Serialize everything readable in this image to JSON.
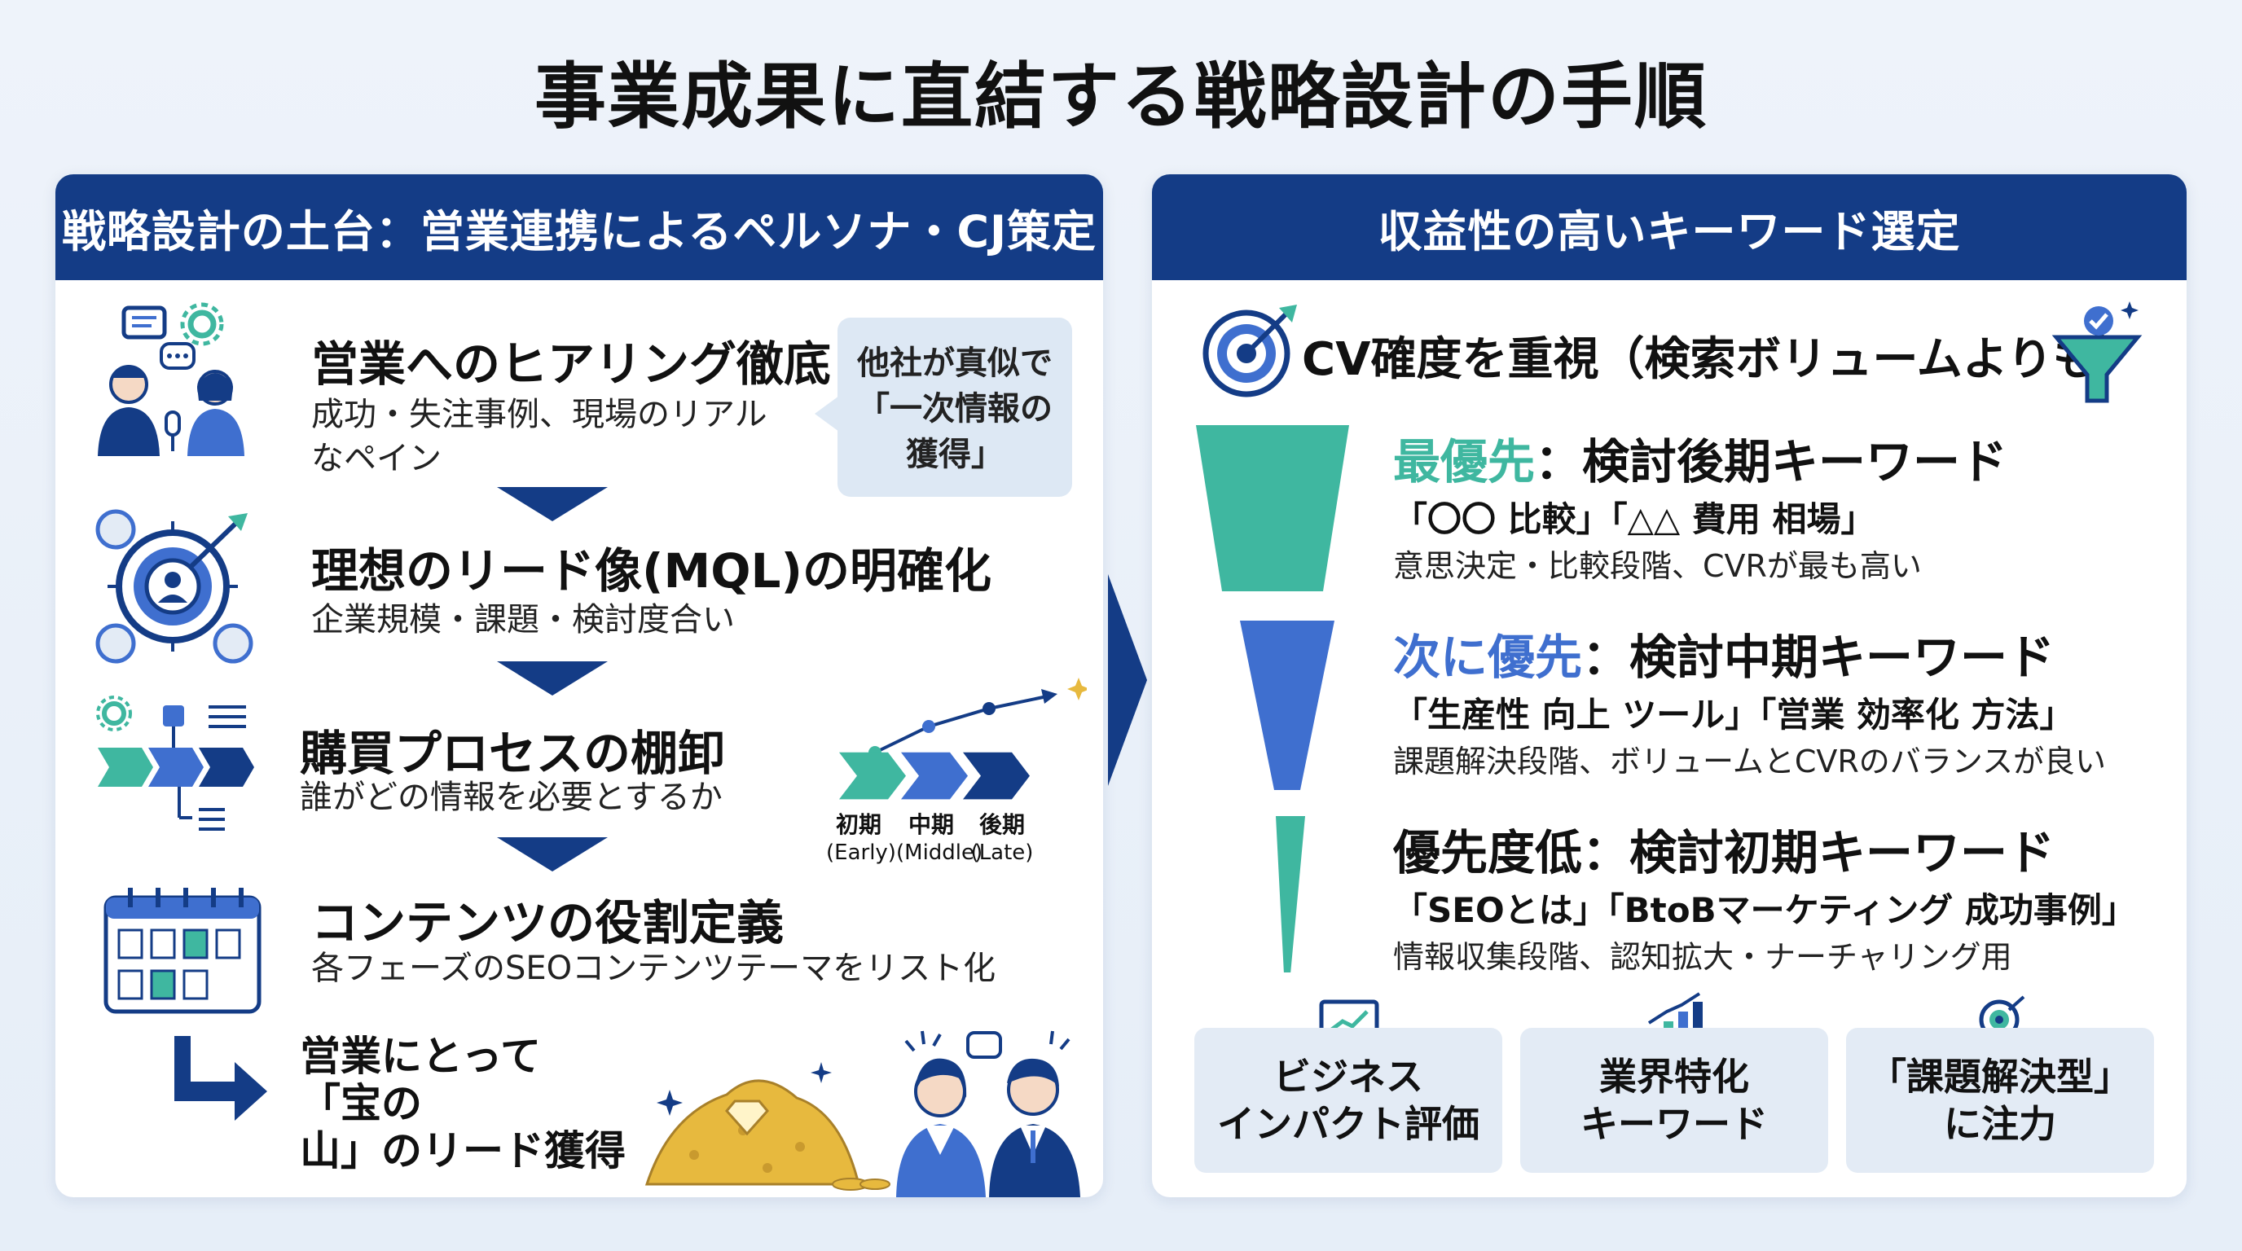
{
  "title": "事業成果に直結する戦略設計の手順",
  "left": {
    "header": "戦略設計の土台：営業連携によるペルソナ・CJ策定",
    "steps": [
      {
        "title": "営業へのヒアリング徹底",
        "sub1": "成功・失注事例、現場のリアル",
        "sub2": "なペイン"
      },
      {
        "title": "理想のリード像(MQL)の明確化",
        "sub1": "企業規模・課題・検討度合い"
      },
      {
        "title": "購買プロセスの棚卸",
        "sub1": "誰がどの情報を必要とするか"
      },
      {
        "title": "コンテンツの役割定義",
        "sub1": "各フェーズのSEOコンテンツテーマをリスト化"
      }
    ],
    "bubble": {
      "line1": "他社が真似で",
      "line2": "「一次情報の",
      "line3": "獲得」"
    },
    "phases": [
      {
        "jp": "初期",
        "en": "(Early)"
      },
      {
        "jp": "中期",
        "en": "(Middle)"
      },
      {
        "jp": "後期",
        "en": "(Late)"
      }
    ],
    "result": {
      "line1": "営業にとって",
      "line2": "「宝の",
      "line3": "山」のリード獲得"
    }
  },
  "right": {
    "header": "収益性の高いキーワード選定",
    "focus": "CV確度を重視（検索ボリュームよりも）",
    "priorities": [
      {
        "label": "最優先",
        "title": "：検討後期キーワード",
        "keywords": "「〇〇 比較」「△△ 費用 相場」",
        "desc": "意思決定・比較段階、CVRが最も高い"
      },
      {
        "label": "次に優先",
        "title": "：検討中期キーワード",
        "keywords": "「生産性 向上 ツール」「営業 効率化 方法」",
        "desc": "課題解決段階、ボリュームとCVRのバランスが良い"
      },
      {
        "label": "優先度低",
        "title": "：検討初期キーワード",
        "keywords": "「SEOとは」「BtoBマーケティング 成功事例」",
        "desc": "情報収集段階、認知拡大・ナーチャリング用"
      }
    ],
    "cards": [
      {
        "line1": "ビジネス",
        "line2": "インパクト評価"
      },
      {
        "line1": "業界特化",
        "line2": "キーワード"
      },
      {
        "line1": "「課題解決型」",
        "line2": "に注力"
      }
    ]
  },
  "colors": {
    "navy": "#143c86",
    "teal": "#3fb7a0",
    "blue": "#3f6fcf",
    "gold": "#e7b93e"
  },
  "icons": [
    "chat-icon",
    "gear-icon",
    "people-icon",
    "microphone-icon",
    "target-icon",
    "flow-icon",
    "calendar-icon",
    "return-arrow-icon",
    "gold-pile-icon",
    "funnel-icon",
    "chart-icon",
    "bar-chart-icon",
    "search-target-icon"
  ]
}
